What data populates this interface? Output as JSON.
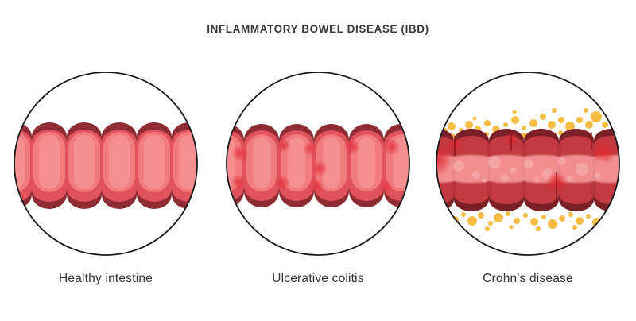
{
  "title": "INFLAMMATORY BOWEL DISEASE (IBD)",
  "panels": [
    {
      "id": "healthy-intestine",
      "label": "Healthy intestine"
    },
    {
      "id": "ulcerative-colitis",
      "label": "Ulcerative colitis"
    },
    {
      "id": "crohns-disease",
      "label": "Crohn's disease"
    }
  ],
  "colors": {
    "background": "#ffffff",
    "circle_stroke": "#1a1a1a",
    "text": "#333333",
    "maroon": "#8e2b33",
    "rim_red": "#e0525c",
    "mucosa": "#f27b7d",
    "mucosa_light": "#f59193",
    "uc_spot": "#e23640",
    "crohn_outline": "#7c2028",
    "crohn_wall": "#c53940",
    "crohn_band": "#f28e8e",
    "crohn_blob": "#f9b0b0",
    "crohn_spot": "#e02b35",
    "fissure": "#8e1118",
    "fat": "#f7bd45"
  }
}
